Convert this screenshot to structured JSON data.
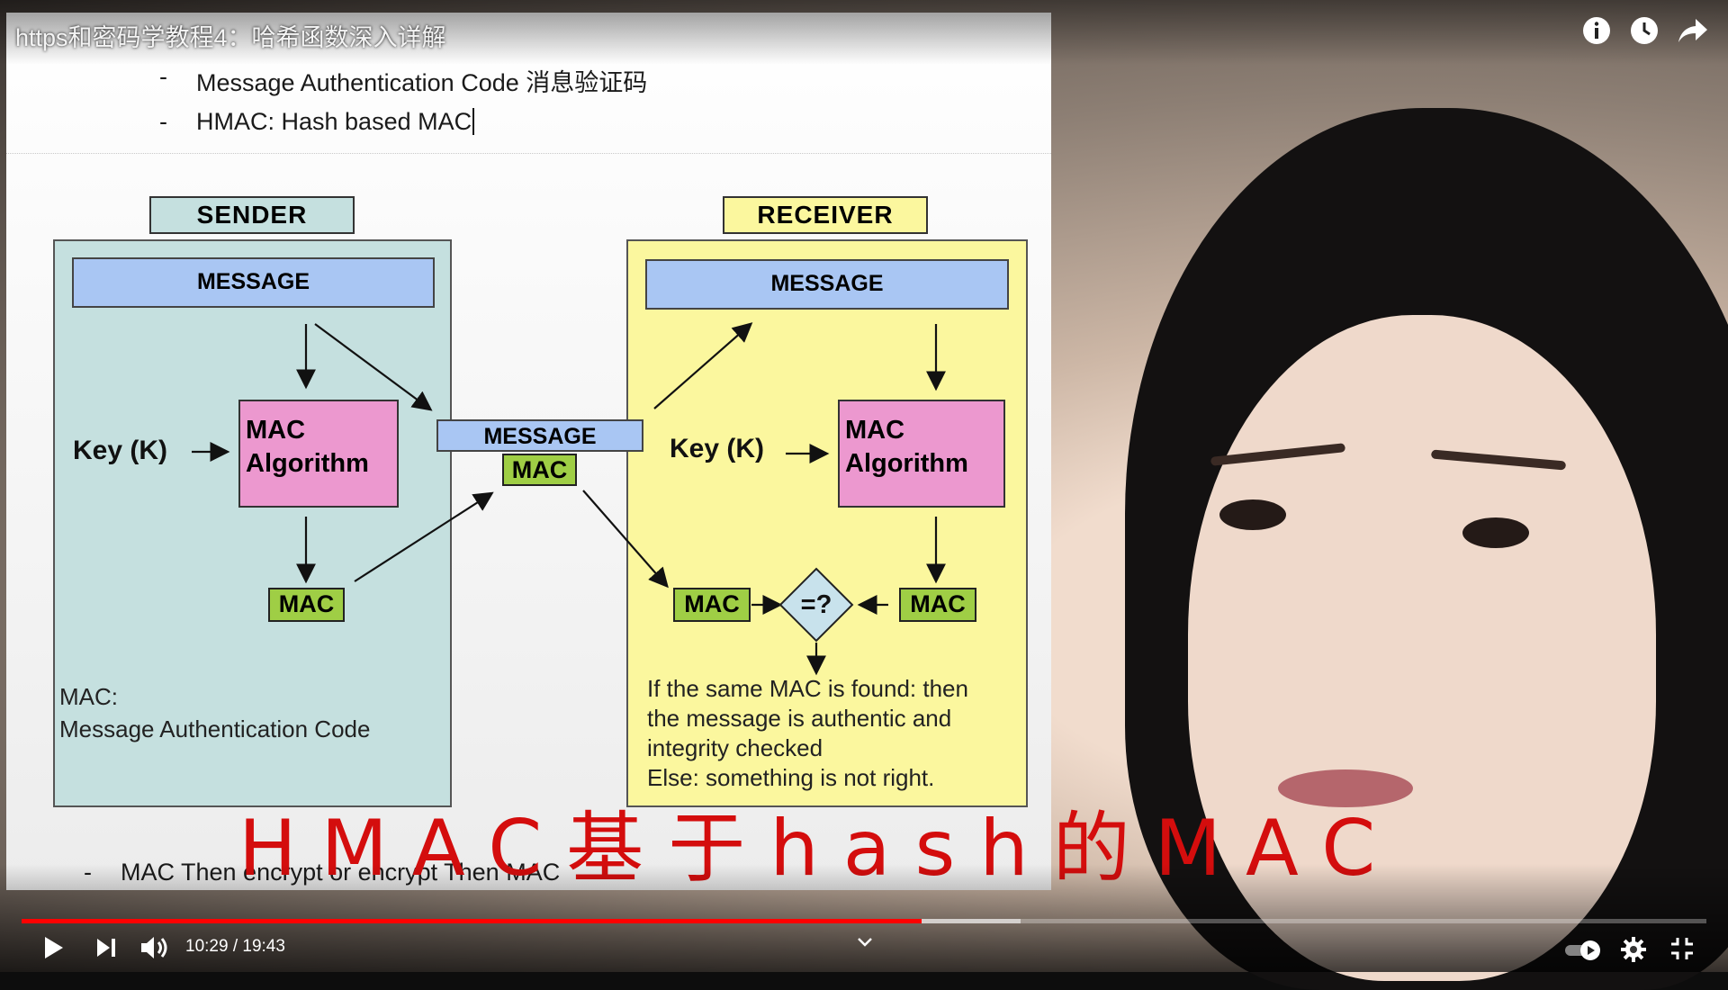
{
  "video": {
    "title": "https和密码学教程4：哈希函数深入详解",
    "subtitle": "HMAC基于hash的MAC",
    "current_time": "10:29",
    "separator": " / ",
    "duration": "19:43",
    "played_fraction": 0.534,
    "buffered_fraction": 0.593,
    "colors": {
      "progress": "#ff0000",
      "subtitle": "#d40d0d"
    }
  },
  "top_icons": [
    "info-icon",
    "watch-later-icon",
    "share-icon"
  ],
  "slide": {
    "bullets": [
      {
        "dash": "-",
        "text": "Message Authentication Code 消息验证码"
      },
      {
        "dash": "-",
        "text": "HMAC: Hash based MAC"
      }
    ],
    "bottom_bullet": {
      "dash": "-",
      "text": "MAC Then encrypt or encrypt Then MAC"
    },
    "diagram": {
      "sender": {
        "title": "SENDER",
        "message": "MESSAGE",
        "key": "Key (K)",
        "algorithm_line1": "MAC",
        "algorithm_line2": "Algorithm",
        "mac": "MAC",
        "note_line1": "MAC:",
        "note_line2": "Message Authentication Code"
      },
      "transit": {
        "message": "MESSAGE",
        "mac": "MAC"
      },
      "receiver": {
        "title": "RECEIVER",
        "message": "MESSAGE",
        "key": "Key (K)",
        "algorithm_line1": "MAC",
        "algorithm_line2": "Algorithm",
        "mac_left": "MAC",
        "compare": "=?",
        "mac_right": "MAC",
        "note_lines": [
          "If the same MAC is found: then",
          "the message is authentic and",
          "integrity checked",
          "Else: something is not right."
        ]
      },
      "colors": {
        "sender_bg": "#c5e0df",
        "receiver_bg": "#fbf79e",
        "message": "#a9c6f3",
        "algorithm": "#ec98cf",
        "mac": "#9fce45"
      }
    }
  }
}
